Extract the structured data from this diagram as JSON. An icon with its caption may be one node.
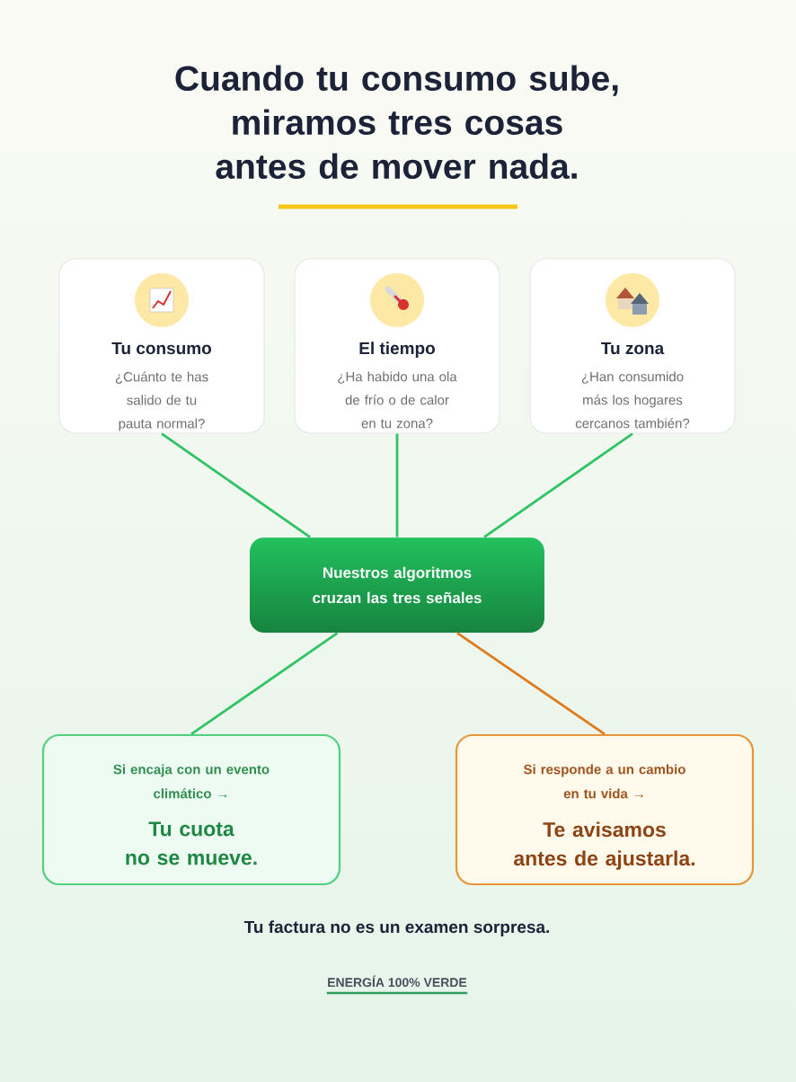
{
  "diagram": {
    "title": "Cuando tu consumo sube, miramos tres cosas antes de mover nada.",
    "nodes": [
      {
        "text": [
          "Tu consumo",
          "¿Cuánto te has salido de tu pauta normal?"
        ]
      },
      {
        "text": [
          "El tiempo",
          "¿Ha habido una ola de frío o de calor en tu zona?"
        ]
      },
      {
        "text": [
          "Tu zona",
          "¿Han consumido más los hogares cercanos también?"
        ]
      },
      {
        "text": [
          "Nuestros algoritmos cruzan las tres señales"
        ]
      },
      {
        "text": [
          "Si encaja con un evento climático →",
          "Tu cuota no se mueve."
        ]
      },
      {
        "text": [
          "Si responde a un cambio en tu vida →",
          "Te avisamos antes de ajustarla."
        ]
      }
    ],
    "edges": [
      {
        "from": 0,
        "to": 3,
        "arrow": "none"
      },
      {
        "from": 1,
        "to": 3,
        "arrow": "none"
      },
      {
        "from": 2,
        "to": 3,
        "arrow": "none"
      },
      {
        "from": 3,
        "to": 4,
        "arrow": "none"
      },
      {
        "from": 3,
        "to": 5,
        "arrow": "none",
        "color": "#e07b1c"
      }
    ],
    "labels": [
      "Tu factura no es un examen sorpresa.",
      "ENERGÍA 100% VERDE"
    ]
  }
}
